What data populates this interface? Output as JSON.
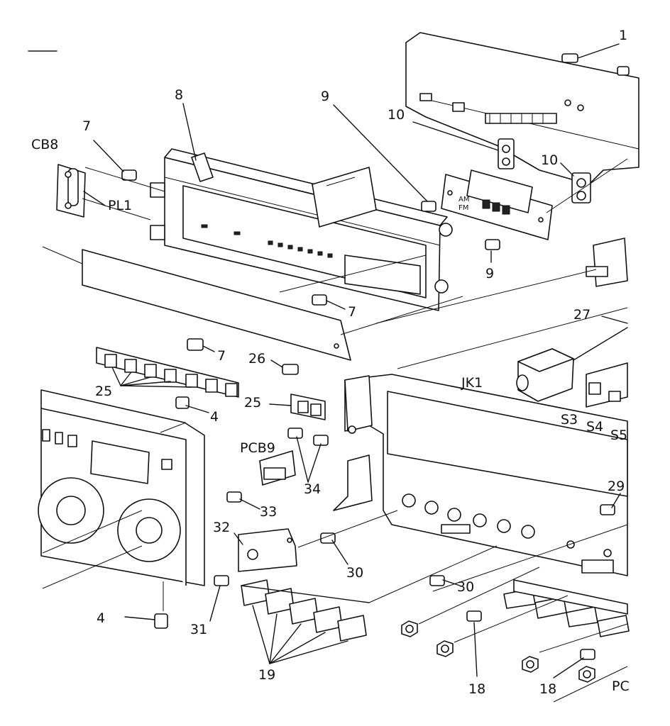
{
  "colors": {
    "ink": "#111111",
    "paper": "#ffffff"
  },
  "callouts": {
    "c_1": "1",
    "c_8": "8",
    "c_9_top": "9",
    "c_10_left": "10",
    "c_10_right": "10",
    "c_7_top": "7",
    "c_cb8": "CB8",
    "c_pl1": "PL1",
    "c_9_right": "9",
    "c_7_mid": "7",
    "c_27": "27",
    "c_7_low": "7",
    "c_26": "26",
    "c_jk1": "JK1",
    "c_25_left": "25",
    "c_25_mid": "25",
    "c_4_top": "4",
    "c_s3": "S3",
    "c_s4": "S4",
    "c_s5": "S5",
    "c_pcb9": "PCB9",
    "c_34": "34",
    "c_33": "33",
    "c_29": "29",
    "c_32": "32",
    "c_30_a": "30",
    "c_30_b": "30",
    "c_4_bottom": "4",
    "c_31": "31",
    "c_19": "19",
    "c_18_a": "18",
    "c_18_b": "18",
    "c_pc": "PC"
  }
}
